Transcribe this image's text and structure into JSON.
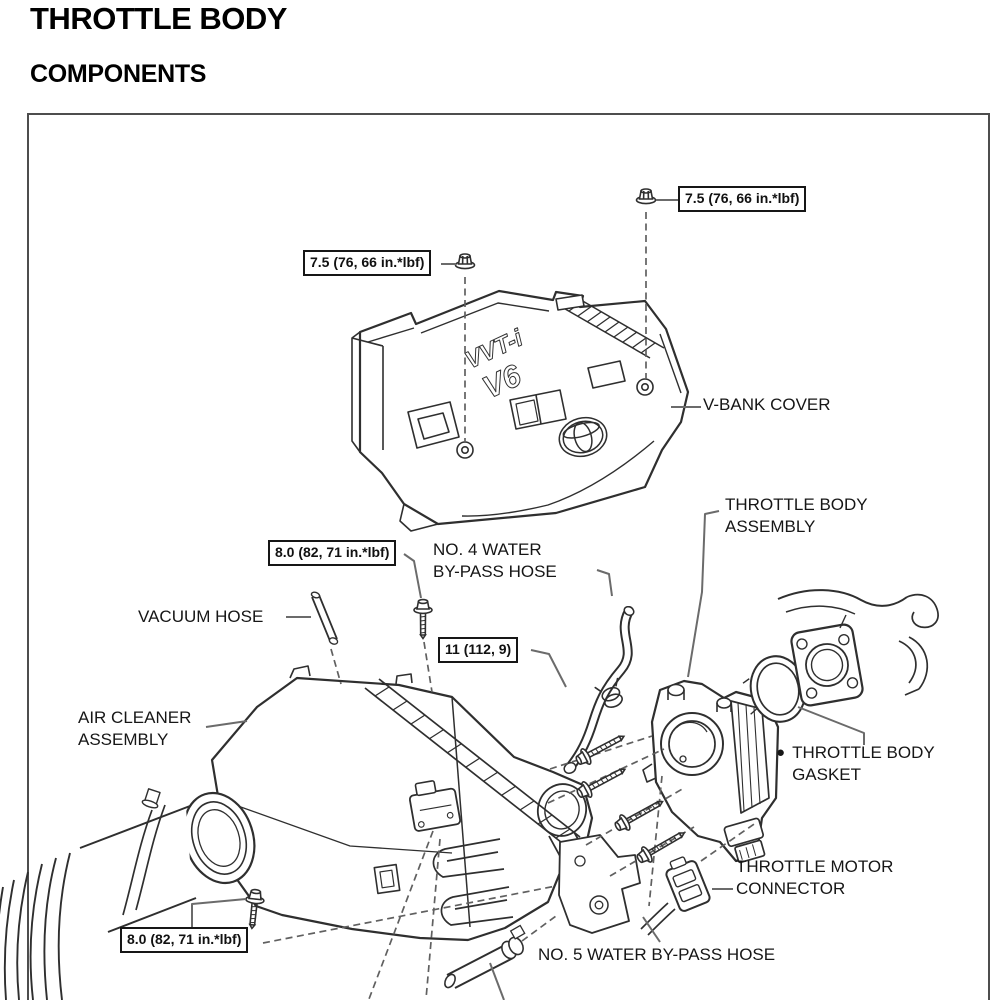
{
  "page": {
    "title": "THROTTLE BODY",
    "subtitle": "COMPONENTS"
  },
  "diagram": {
    "torque_specs": {
      "v_bank_bolt_right": "7.5 (76, 66 in.*lbf)",
      "v_bank_bolt_left": "7.5 (76, 66 in.*lbf)",
      "air_cleaner_bolt_upper": "8.0 (82, 71 in.*lbf)",
      "hose_clamp": "11 (112, 9)",
      "air_cleaner_bolt_lower": "8.0 (82, 71 in.*lbf)"
    },
    "parts": {
      "v_bank_cover": "V-BANK COVER",
      "throttle_body_assembly": {
        "line1": "THROTTLE BODY",
        "line2": "ASSEMBLY"
      },
      "no4_water_bypass_hose": {
        "line1": "NO. 4 WATER",
        "line2": "BY-PASS HOSE"
      },
      "vacuum_hose": "VACUUM HOSE",
      "air_cleaner_assembly": {
        "line1": "AIR CLEANER",
        "line2": "ASSEMBLY"
      },
      "throttle_body_gasket": {
        "bullet": "●",
        "line1": "THROTTLE BODY",
        "line2": "GASKET"
      },
      "throttle_motor_connector": {
        "line1": "THROTTLE MOTOR",
        "line2": "CONNECTOR"
      },
      "no5_water_bypass_hose": "NO. 5 WATER BY-PASS HOSE"
    },
    "cover_markings": {
      "badge_line1": "VVT-i",
      "badge_line2": "V6"
    },
    "colors": {
      "line": "#2f2f2f",
      "leader": "#6b6b6b",
      "frame": "#4d4d4d"
    }
  }
}
